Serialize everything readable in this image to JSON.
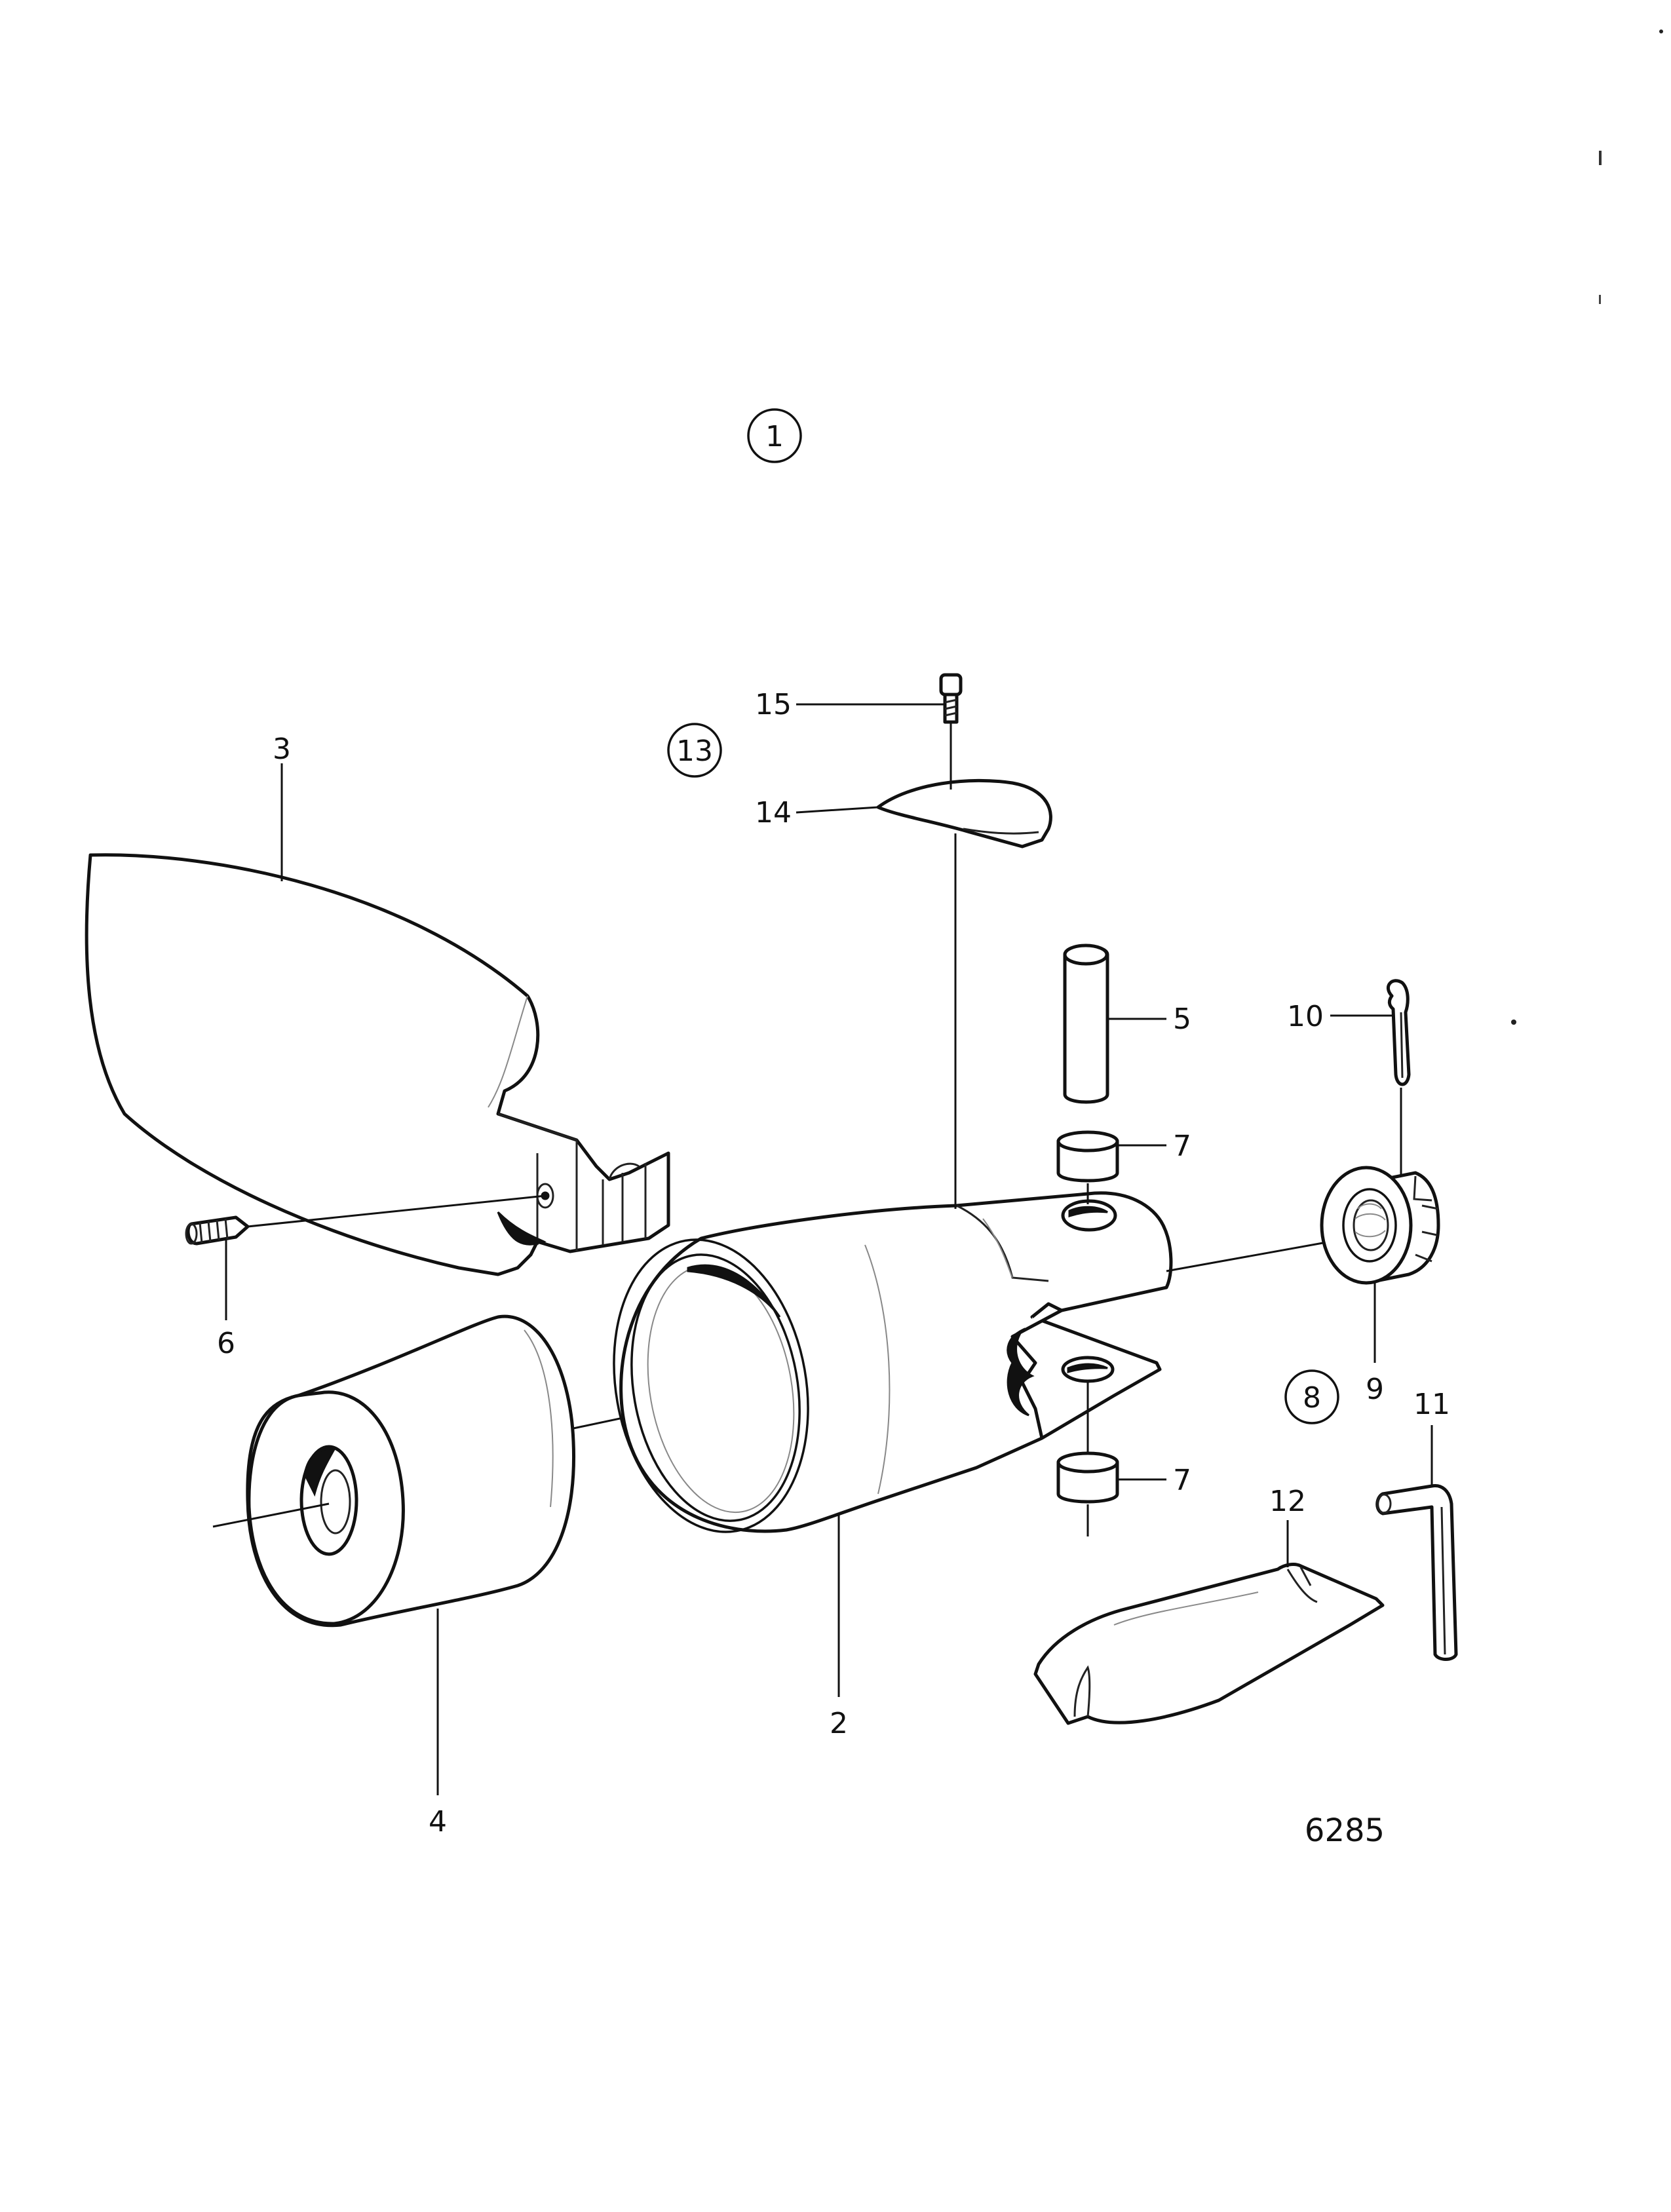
{
  "drawing_number": "6285",
  "group_markers": [
    "1",
    "13",
    "8"
  ],
  "parts": [
    {
      "ref": "2"
    },
    {
      "ref": "3"
    },
    {
      "ref": "4"
    },
    {
      "ref": "5"
    },
    {
      "ref": "6"
    },
    {
      "ref": "7"
    },
    {
      "ref": "7"
    },
    {
      "ref": "9"
    },
    {
      "ref": "10"
    },
    {
      "ref": "11"
    },
    {
      "ref": "12"
    },
    {
      "ref": "14"
    },
    {
      "ref": "15"
    }
  ]
}
